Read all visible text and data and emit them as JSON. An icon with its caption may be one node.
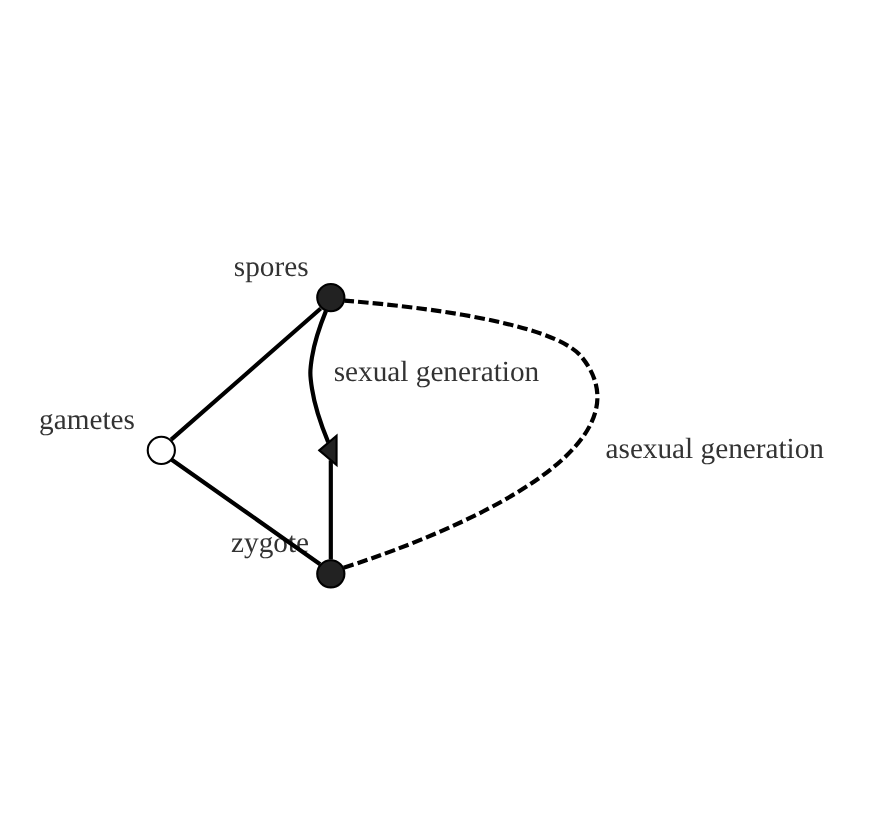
{
  "diagram": {
    "nodes": [
      {
        "text": [],
        "shape": "circle",
        "beside": [
          "spores"
        ]
      },
      {
        "text": [],
        "shape": "circle",
        "beside": [
          "zygote"
        ]
      },
      {
        "text": [],
        "shape": "circle",
        "beside": [
          "gametes"
        ]
      },
      {
        "text": [],
        "shape": "picture"
      }
    ],
    "edges": [
      {
        "from": 1,
        "to": 0,
        "arrow": "none",
        "style": "dashed",
        "label": "asexual generation"
      },
      {
        "from": 0,
        "to": 3,
        "arrow": "none",
        "label": "sexual generation"
      },
      {
        "from": 0,
        "to": 2,
        "arrow": "none"
      },
      {
        "from": 3,
        "to": 1,
        "arrow": "none"
      },
      {
        "from": 2,
        "to": 1,
        "arrow": "none"
      }
    ]
  }
}
